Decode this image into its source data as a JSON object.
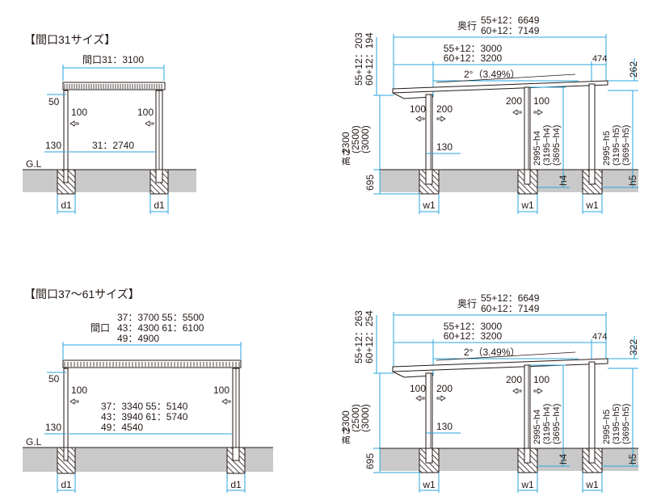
{
  "top": {
    "front": {
      "title": "【間口31サイズ】",
      "width_label": "間口31：3100",
      "inner_label": "31：2740",
      "lbl_50": "50",
      "lbl_100_left": "100",
      "lbl_100_right": "100",
      "lbl_130": "130",
      "gl": "G.L",
      "d1_left": "d1",
      "d1_right": "d1"
    },
    "side": {
      "depth_prefix": "奥行",
      "depth_1": "55+12：6649",
      "depth_2": "60+12：7149",
      "span_1": "55+12：3000",
      "span_2": "60+12：3200",
      "lbl_474": "474",
      "slope": "2°（3.49%）",
      "lbl_262": "262",
      "rear_1": "55+12：203",
      "rear_2": "60+12：194",
      "lbl_100a": "100",
      "lbl_200a": "200",
      "lbl_200b": "200",
      "lbl_100b": "100",
      "lbl_130": "130",
      "h_1": "2300",
      "h_2": "(2500)",
      "h_3": "(3000)",
      "h_prefix": "高さ",
      "h4_1": "2995−h4",
      "h4_2": "(3195−h4)",
      "h4_3": "(3695−h4)",
      "h5_1": "2995−h5",
      "h5_2": "(3195−h5)",
      "h5_3": "(3695−h5)",
      "lbl_695": "695",
      "lbl_h4": "h4",
      "lbl_h5": "h5",
      "w1_a": "w1",
      "w1_b": "w1",
      "w1_c": "w1"
    }
  },
  "bottom": {
    "front": {
      "title": "【間口37〜61サイズ】",
      "w_row1": "37：3700  55：5500",
      "w_prefix": "間口",
      "w_row2": "43：4300  61：6100",
      "w_row3": "49：4900",
      "in_row1": "37：3340  55：5140",
      "in_row2": "43：3940  61：5740",
      "in_row3": "49：4540",
      "lbl_50": "50",
      "lbl_100_left": "100",
      "lbl_100_right": "100",
      "lbl_130": "130",
      "gl": "G.L",
      "d1_left": "d1",
      "d1_right": "d1"
    },
    "side": {
      "depth_prefix": "奥行",
      "depth_1": "55+12：6649",
      "depth_2": "60+12：7149",
      "span_1": "55+12：3000",
      "span_2": "60+12：3200",
      "lbl_474": "474",
      "slope": "2°（3.49%）",
      "lbl_322": "322",
      "rear_1": "55+12：263",
      "rear_2": "60+12：254",
      "lbl_100a": "100",
      "lbl_200a": "200",
      "lbl_200b": "200",
      "lbl_100b": "100",
      "lbl_130": "130",
      "h_1": "2300",
      "h_2": "(2500)",
      "h_3": "(3000)",
      "h_prefix": "高さ",
      "h4_1": "2995−h4",
      "h4_2": "(3195−h4)",
      "h4_3": "(3695−h4)",
      "h5_1": "2995−h5",
      "h5_2": "(3195−h5)",
      "h5_3": "(3695−h5)",
      "lbl_695": "695",
      "lbl_h4": "h4",
      "lbl_h5": "h5",
      "w1_a": "w1",
      "w1_b": "w1",
      "w1_c": "w1"
    }
  }
}
